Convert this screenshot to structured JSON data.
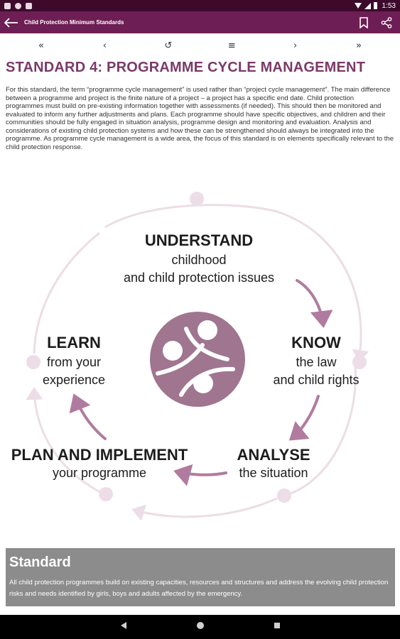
{
  "status_bar": {
    "time": "1:53"
  },
  "app_bar": {
    "title": "Child Protection Minimum Standards"
  },
  "nav_toolbar": {
    "first": "«",
    "prev": "‹",
    "refresh": "↺",
    "menu": "≡",
    "next": "›",
    "last": "»"
  },
  "page": {
    "heading": "STANDARD 4: PROGRAMME CYCLE MANAGEMENT",
    "intro": "For this standard, the term “programme cycle management” is used rather than “project cycle management”. The main difference between a programme and project is the finite nature of a project – a project has a specific end date. Child protection programmes must build on pre-existing information together with assessments (if needed). This should then be monitored and evaluated to inform any further adjustments and plans. Each programme should have specific objectives, and children and their communities should be fully engaged in situation analysis, programme design and monitoring and evaluation. Analysis and considerations of existing child protection systems and how these can be strengthened should always be integrated into the programme. As programme cycle management is a wide area, the focus of this standard is on elements specifically relevant to the child protection response."
  },
  "diagram": {
    "understand": {
      "head": "UNDERSTAND",
      "line1": "childhood",
      "line2": "and child protection issues"
    },
    "know": {
      "head": "KNOW",
      "line1": "the law",
      "line2": "and child rights"
    },
    "analyse": {
      "head": "ANALYSE",
      "line1": "the situation"
    },
    "plan": {
      "head": "PLAN AND IMPLEMENT",
      "line1": "your programme"
    },
    "learn": {
      "head": "LEARN",
      "line1": "from your",
      "line2": "experience"
    },
    "colors": {
      "arrow": "#b17b9f",
      "ring": "#ecdde6",
      "logo": "#a07590"
    }
  },
  "standard": {
    "title": "Standard",
    "text": "All child protection programmes build on existing capacities, resources and structures and address the evolving child protection risks and needs identified by girls, boys and adults affected by the emergency."
  },
  "theme": {
    "app_bar": "#6d1e54",
    "status_bar": "#3d0a2c",
    "heading": "#7b3a68"
  }
}
